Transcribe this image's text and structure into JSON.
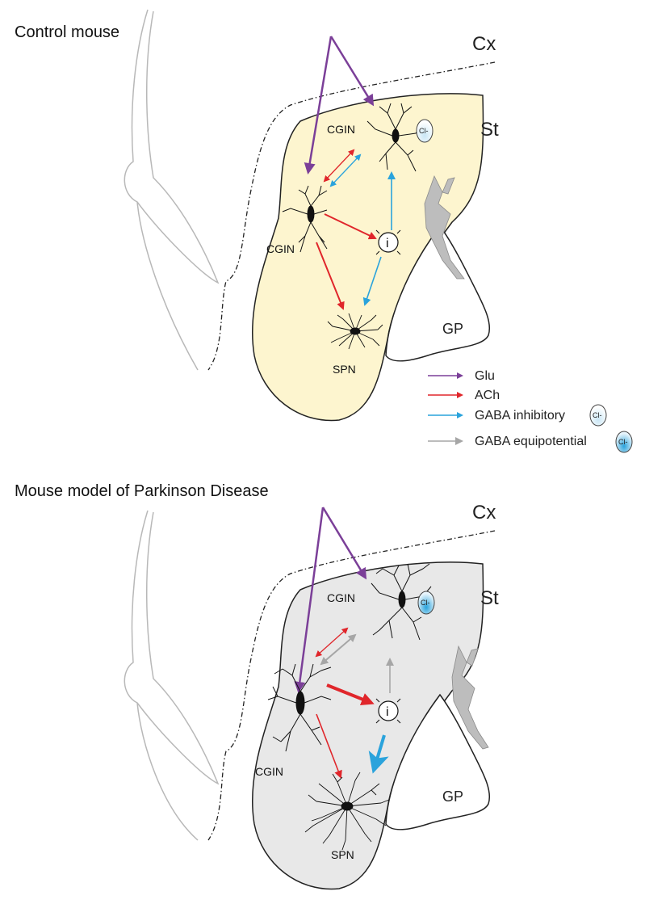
{
  "panels": [
    {
      "title": "Control mouse",
      "regions": {
        "cortex": "Cx",
        "striatum": "St",
        "globus_pallidus": "GP"
      },
      "cells": {
        "cgin_top": "CGIN",
        "cgin_left": "CGIN",
        "spn": "SPN",
        "interneuron": "i",
        "chloride": "Cl-"
      }
    },
    {
      "title": "Mouse model of Parkinson Disease",
      "regions": {
        "cortex": "Cx",
        "striatum": "St",
        "globus_pallidus": "GP"
      },
      "cells": {
        "cgin_top": "CGIN",
        "cgin_left": "CGIN",
        "spn": "SPN",
        "interneuron": "i",
        "chloride": "Cl-"
      }
    }
  ],
  "legend": {
    "items": [
      {
        "label": "Glu",
        "color": "#7b3f98"
      },
      {
        "label": "ACh",
        "color": "#e0262b"
      },
      {
        "label": "GABA inhibitory",
        "color": "#2aa3dc",
        "ion": "Cl-"
      },
      {
        "label": "GABA equipotential",
        "color": "#a6a6a6",
        "ion": "Cl-"
      }
    ]
  },
  "colors": {
    "control_striatum_fill": "#fdf5cf",
    "pd_striatum_fill": "#e8e8e8",
    "glu": "#7b3f98",
    "ach": "#e0262b",
    "gaba_inhibitory": "#2aa3dc",
    "gaba_equipotential": "#a6a6a6"
  }
}
